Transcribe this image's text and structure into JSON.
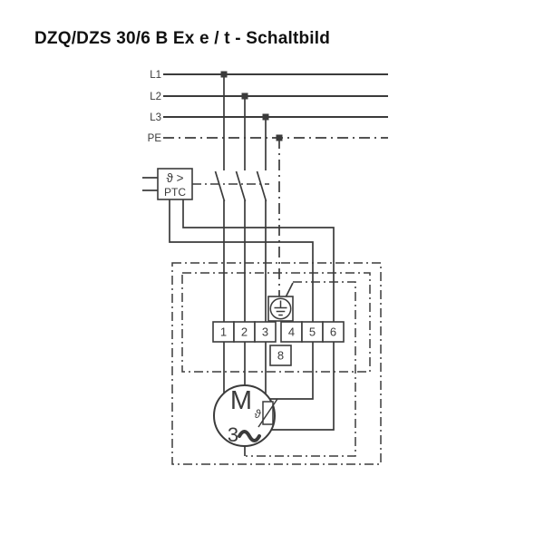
{
  "title": "DZQ/DZS 30/6 B Ex e / t - Schaltbild",
  "colors": {
    "background": "#ffffff",
    "line": "#3b3b3b",
    "title_text": "#111111"
  },
  "power_rails": {
    "labels": [
      "L1",
      "L2",
      "L3",
      "PE"
    ]
  },
  "ptc_relay": {
    "temp_symbol": "ϑ >",
    "label": "PTC"
  },
  "terminal_block": {
    "main_terminals": [
      "1",
      "2",
      "3",
      "4",
      "5",
      "6"
    ],
    "aux_terminal": "8"
  },
  "motor": {
    "label": "M",
    "phase": "3",
    "ac_symbol": "~",
    "thermistor_symbol": "ϑ"
  },
  "icons": {
    "earth": "earth-ground-icon",
    "thermistor": "thermistor-icon",
    "ac_wave": "ac-wave-icon"
  }
}
